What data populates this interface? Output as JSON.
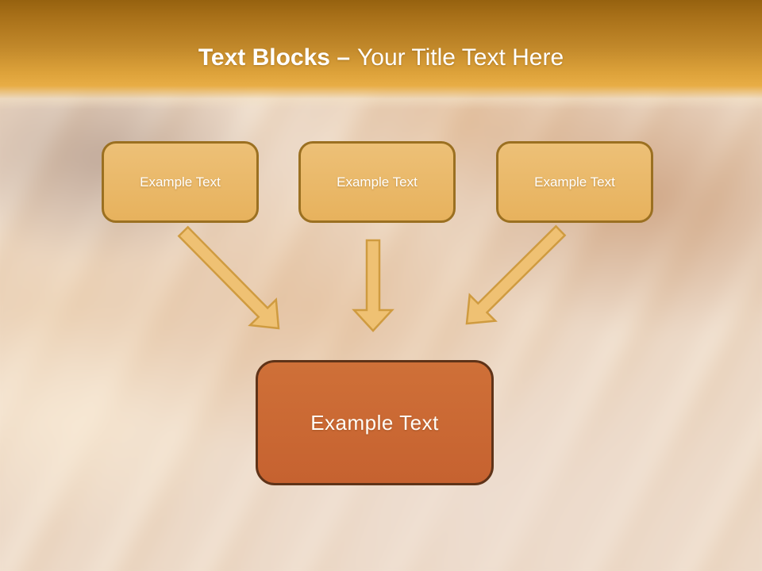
{
  "title": {
    "bold": "Text Blocks –",
    "regular": "Your Title Text Here"
  },
  "top_boxes": [
    {
      "label": "Example Text"
    },
    {
      "label": "Example Text"
    },
    {
      "label": "Example Text"
    }
  ],
  "result_box": {
    "label": "Example Text"
  },
  "icons": {
    "arrow_left": "arrow-down-right-icon",
    "arrow_middle": "arrow-down-icon",
    "arrow_right": "arrow-down-left-icon"
  },
  "colors": {
    "header_gradient_top": "#96620f",
    "header_gradient_bottom": "#e8ad45",
    "title_text": "#ffffff",
    "top_box_fill": "#e9b766",
    "top_box_border": "#9b7021",
    "top_box_text": "#ffffff",
    "result_box_fill": "#c96833",
    "result_box_border": "#5f3318",
    "result_box_text": "#ffffff",
    "arrow_fill": "#efc173",
    "arrow_stroke": "#cf9b40",
    "background_base": "#ecd9c7"
  }
}
